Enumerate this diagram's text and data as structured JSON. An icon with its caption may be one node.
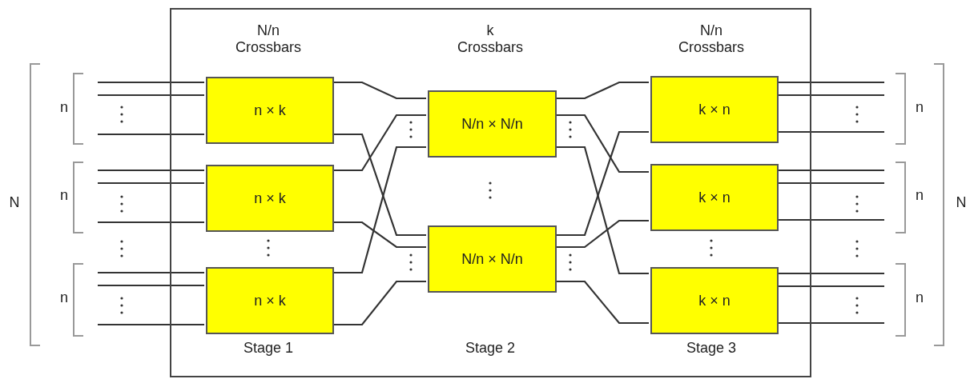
{
  "diagram": {
    "nodes": [
      {
        "text": [],
        "shape": "box"
      },
      {
        "text": [
          "n × k"
        ],
        "in": 0
      },
      {
        "text": [
          "n × k"
        ],
        "in": 0
      },
      {
        "text": [
          "n × k"
        ],
        "in": 0
      },
      {
        "text": [
          "N/n × N/n"
        ],
        "in": 0
      },
      {
        "text": [
          "N/n × N/n"
        ],
        "in": 0
      },
      {
        "text": [
          "k × n"
        ],
        "in": 0
      },
      {
        "text": [
          "k × n"
        ],
        "in": 0
      },
      {
        "text": [
          "k × n"
        ],
        "in": 0
      }
    ],
    "edges": [
      {
        "from": null,
        "to": 1,
        "arrow": "none"
      },
      {
        "from": null,
        "to": 1,
        "arrow": "none"
      },
      {
        "from": null,
        "to": 1,
        "arrow": "none"
      },
      {
        "from": null,
        "to": 2,
        "arrow": "none"
      },
      {
        "from": null,
        "to": 2,
        "arrow": "none"
      },
      {
        "from": null,
        "to": 2,
        "arrow": "none"
      },
      {
        "from": null,
        "to": 3,
        "arrow": "none"
      },
      {
        "from": null,
        "to": 3,
        "arrow": "none"
      },
      {
        "from": null,
        "to": 3,
        "arrow": "none"
      },
      {
        "from": 1,
        "to": 4,
        "arrow": "none"
      },
      {
        "from": 1,
        "to": 5,
        "arrow": "none"
      },
      {
        "from": 2,
        "to": 4,
        "arrow": "none"
      },
      {
        "from": 2,
        "to": 5,
        "arrow": "none"
      },
      {
        "from": 3,
        "to": 4,
        "arrow": "none"
      },
      {
        "from": 3,
        "to": 5,
        "arrow": "none"
      },
      {
        "from": 4,
        "to": 6,
        "arrow": "none"
      },
      {
        "from": 4,
        "to": 7,
        "arrow": "none"
      },
      {
        "from": 4,
        "to": 8,
        "arrow": "none"
      },
      {
        "from": 5,
        "to": 6,
        "arrow": "none"
      },
      {
        "from": 5,
        "to": 7,
        "arrow": "none"
      },
      {
        "from": 5,
        "to": 8,
        "arrow": "none"
      },
      {
        "from": 6,
        "to": null,
        "arrow": "none"
      },
      {
        "from": 6,
        "to": null,
        "arrow": "none"
      },
      {
        "from": 6,
        "to": null,
        "arrow": "none"
      },
      {
        "from": 7,
        "to": null,
        "arrow": "none"
      },
      {
        "from": 7,
        "to": null,
        "arrow": "none"
      },
      {
        "from": 7,
        "to": null,
        "arrow": "none"
      },
      {
        "from": 8,
        "to": null,
        "arrow": "none"
      },
      {
        "from": 8,
        "to": null,
        "arrow": "none"
      },
      {
        "from": 8,
        "to": null,
        "arrow": "none"
      }
    ],
    "labels": [
      "N/n Crossbars",
      "k Crossbars",
      "N/n Crossbars",
      "N",
      "n",
      "n",
      "n",
      "n",
      "n",
      "n",
      "N",
      "Stage 1",
      "Stage 2",
      "Stage 3"
    ]
  }
}
